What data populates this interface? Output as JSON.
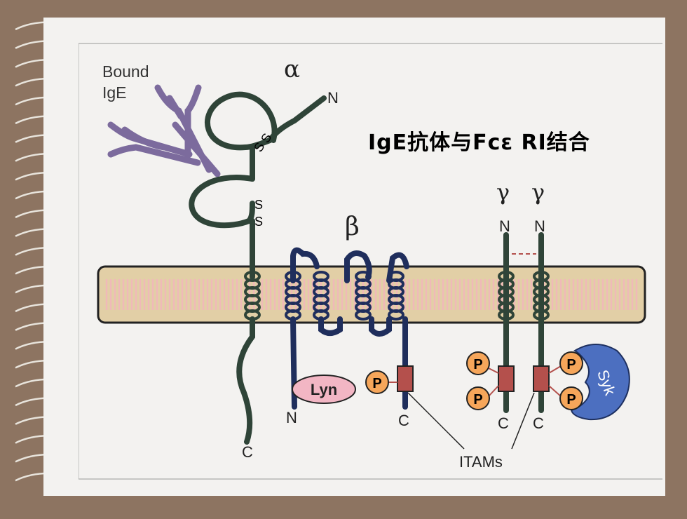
{
  "slide": {
    "title": "IgE抗体与Fcε RⅠ结合"
  },
  "diagram": {
    "bound_ige_label_line1": "Bound",
    "bound_ige_label_line2": "IgE",
    "alpha_label": "α",
    "beta_label": "β",
    "gamma1_label": "γ",
    "gamma2_label": "γ",
    "alpha_n_label": "N",
    "alpha_c_label": "C",
    "beta_n_label": "N",
    "beta_c_label": "C",
    "gamma1_n_label": "N",
    "gamma2_n_label": "N",
    "gamma1_c_label": "C",
    "gamma2_c_label": "C",
    "disulfide_1a": "S",
    "disulfide_1b": "S",
    "disulfide_2a": "S",
    "disulfide_2b": "S",
    "lyn_label": "Lyn",
    "syk_label": "Syk",
    "phospho_label": "P",
    "itams_label": "ITAMs"
  },
  "colors": {
    "background": "#8d7461",
    "slide": "#f3f2f0",
    "membrane": "#e2cfa6",
    "membrane_stripes": "#f0b9b9",
    "alpha_chain": "#2f4438",
    "beta_chain": "#1f2e5c",
    "ige": "#7c6b9d",
    "phospho": "#f6a65a",
    "lyn": "#f2b6c4",
    "syk": "#4c6fc0",
    "itam": "#b4504c"
  }
}
